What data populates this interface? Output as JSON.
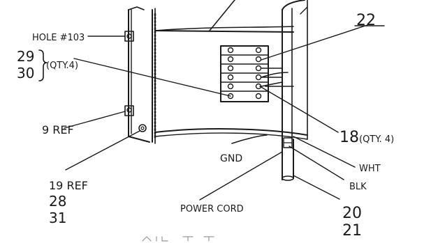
{
  "callouts": {
    "hole": "HOLE #103",
    "item_29": "29",
    "item_30": "30",
    "qty_4_left": "(QTY.4)",
    "item_22": "22",
    "item_9_ref": "9 REF",
    "item_18": "18",
    "qty_4_right": "(QTY. 4)",
    "gnd": "GND",
    "wht": "WHT",
    "blk": "BLK",
    "item_19_ref": "19 REF",
    "item_28": "28",
    "item_31": "31",
    "power_cord": "POWER CORD",
    "item_20": "20",
    "item_21": "21"
  },
  "terminal_block": {
    "rows": 6,
    "screws_per_row": 2
  }
}
